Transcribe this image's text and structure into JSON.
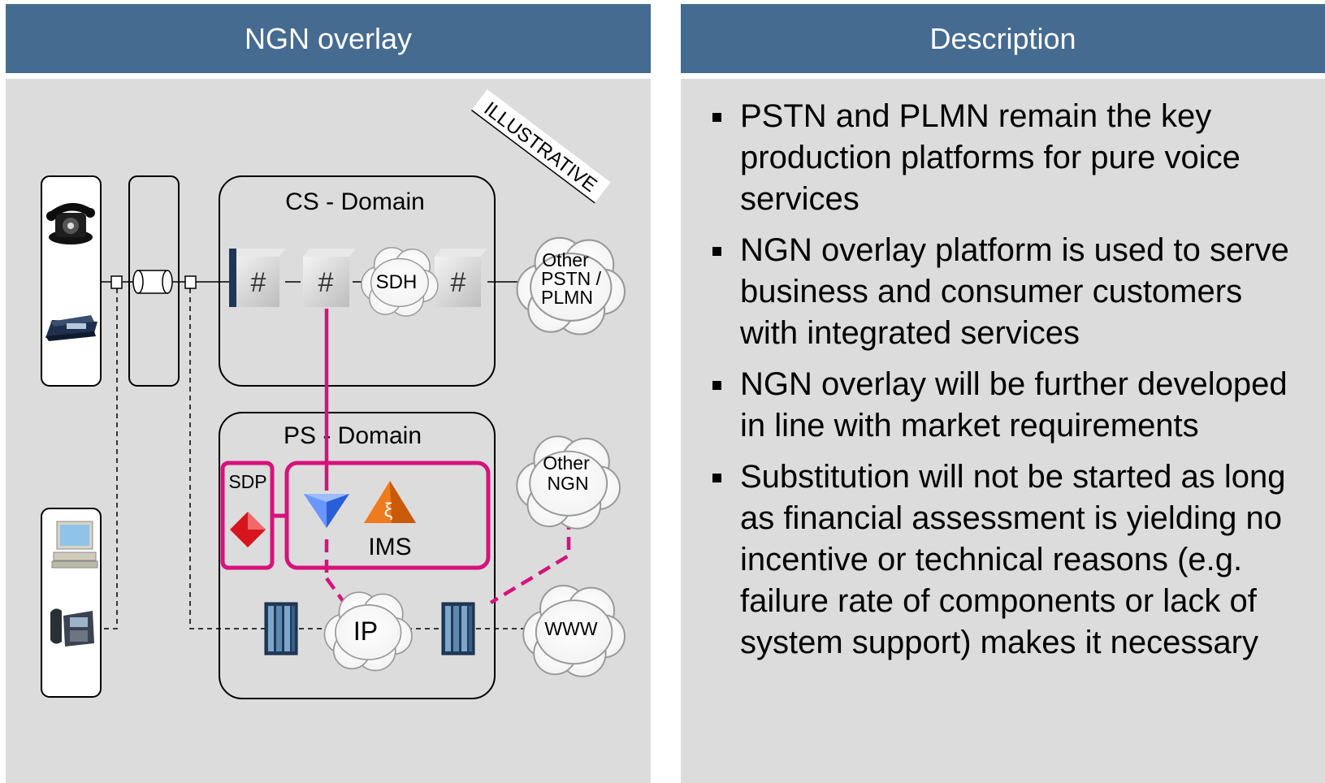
{
  "left_panel": {
    "title": "NGN overlay"
  },
  "right_panel": {
    "title": "Description",
    "bullets": [
      "PSTN and PLMN remain the key production platforms for pure voice services",
      "NGN overlay platform is used to serve business and consumer customers with integrated services",
      "NGN overlay will be further developed in line with market requirements",
      "Substitution will not be started as long as financial assessment is yielding no incentive or technical reasons (e.g. failure rate of components or lack of system support) makes it necessary"
    ]
  },
  "diagram": {
    "stamp": "ILLUSTRATIVE",
    "cs_domain": {
      "label": "CS - Domain",
      "switch_symbol": "#",
      "sdh_label": "SDH"
    },
    "ps_domain": {
      "label": "PS - Domain",
      "sdp_label": "SDP",
      "ims_label": "IMS",
      "ip_label": "IP"
    },
    "clouds": {
      "other_pstn_line1": "Other",
      "other_pstn_line2": "PSTN /",
      "other_pstn_line3": "PLMN",
      "other_ngn_line1": "Other",
      "other_ngn_line2": "NGN",
      "www": "WWW"
    },
    "colors": {
      "header_bg": "#456b90",
      "panel_bg": "#dcdcdc",
      "ngn_link": "#d6127b",
      "ims_icon": "#f07a1e",
      "sdp_icon": "#d8141e",
      "ims_node": "#2a5ed8"
    }
  }
}
